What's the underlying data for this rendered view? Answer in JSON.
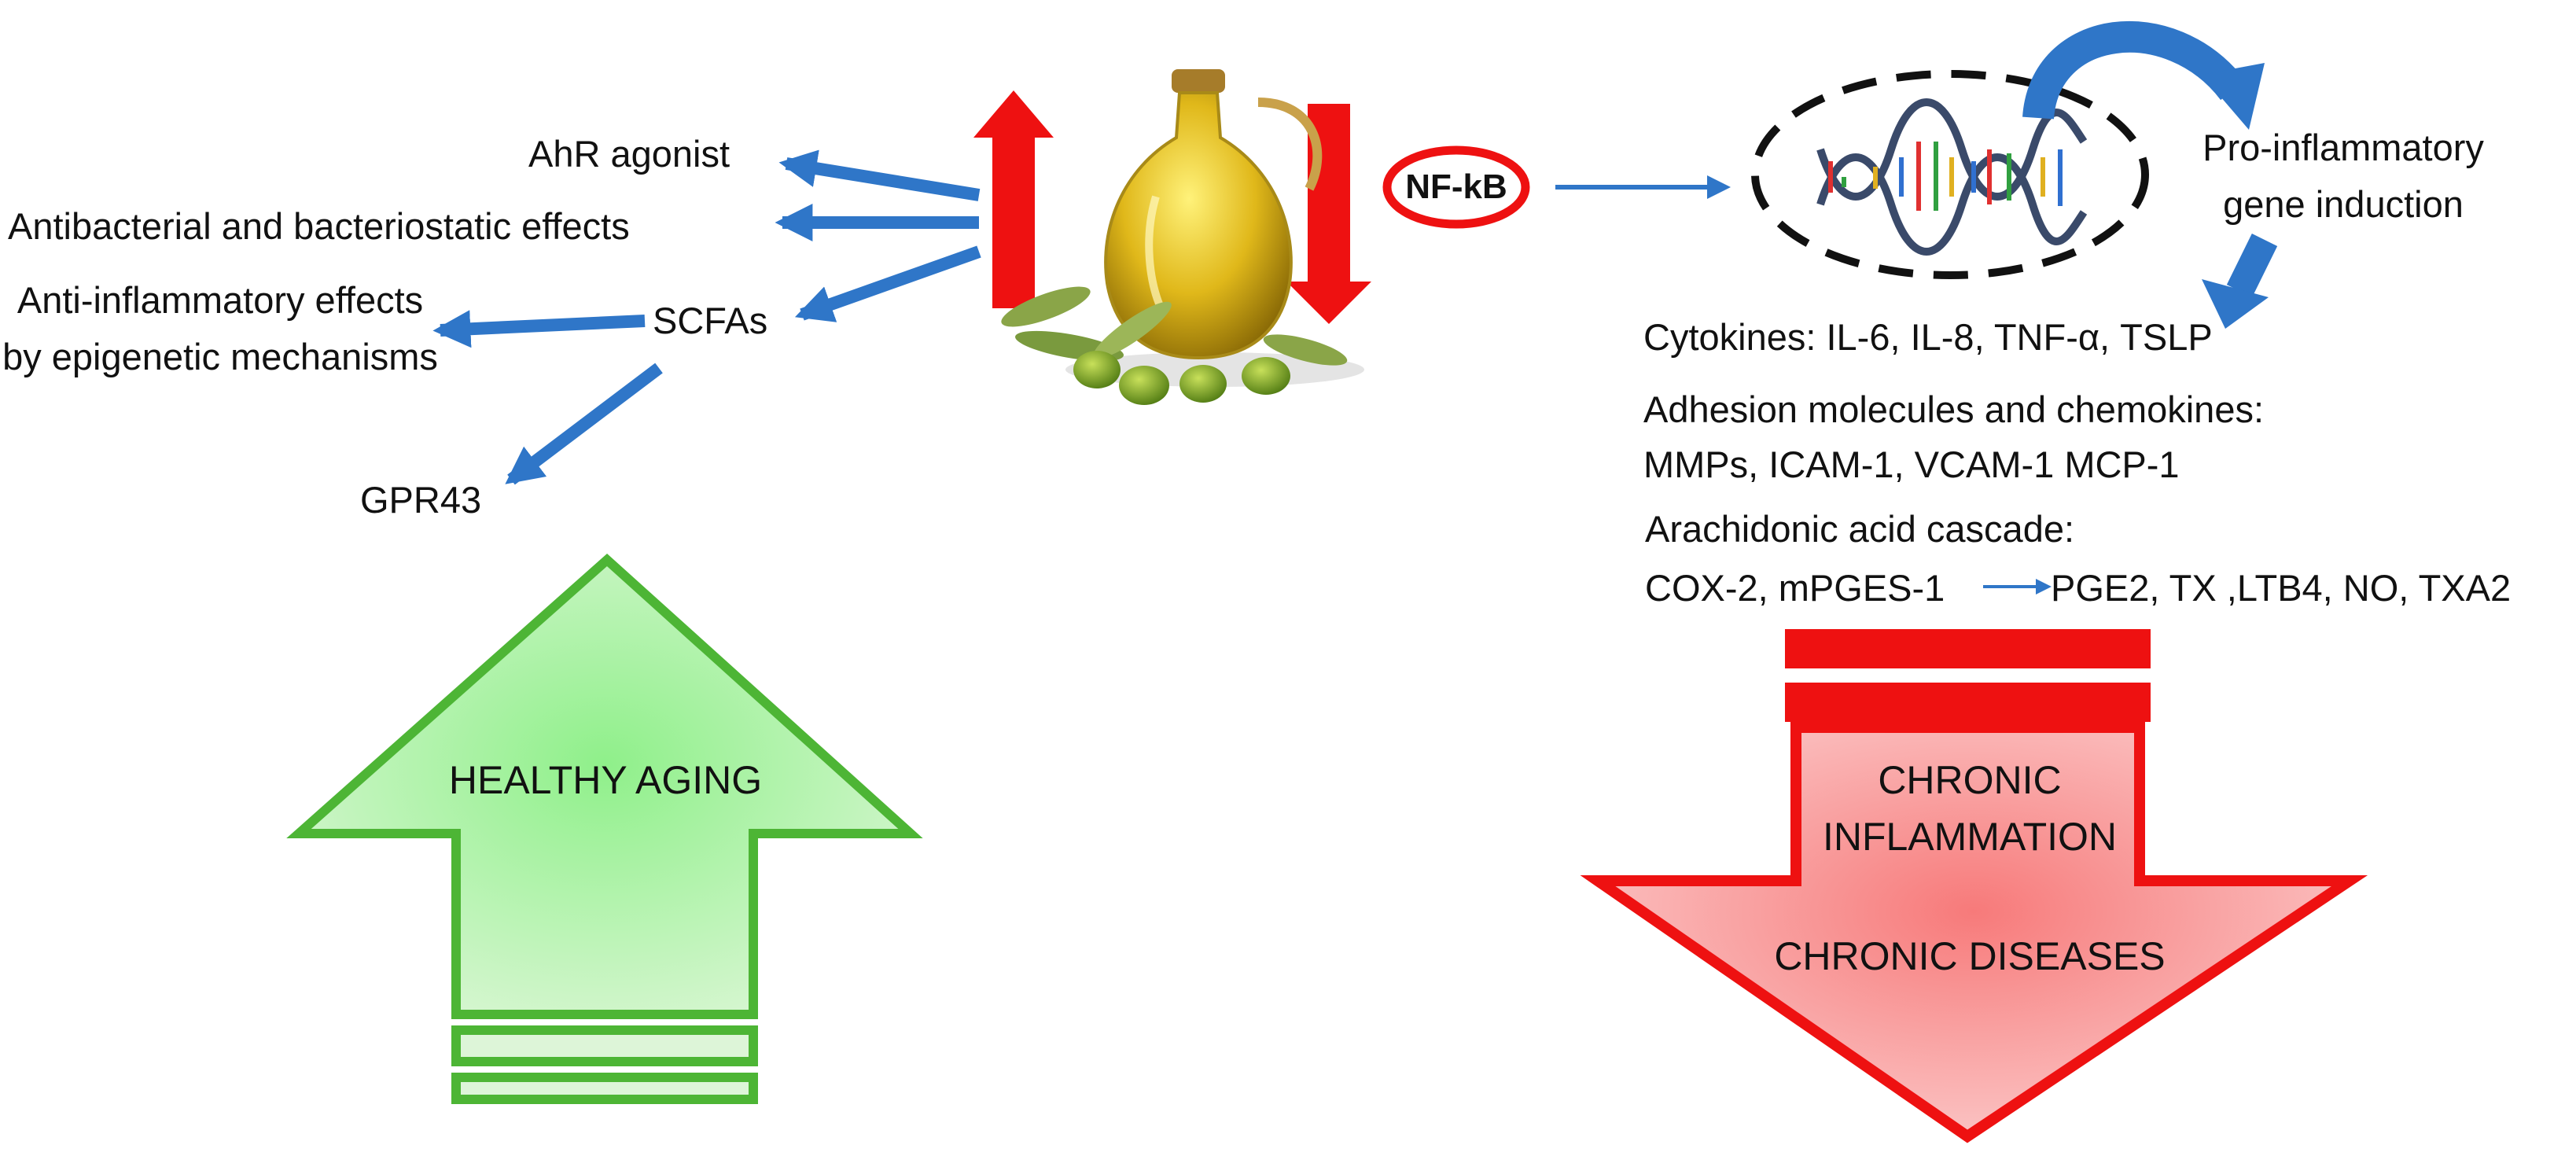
{
  "diagram": {
    "left_effects": {
      "ahr": "AhR agonist",
      "antibacterial": "Antibacterial and bacteriostatic effects",
      "scfas": "SCFAs",
      "anti_inflammatory": "Anti-inflammatory effects by epigenetic mechanisms",
      "gpr43": "GPR43"
    },
    "nfkb": "NF-kB",
    "gene_induction": "Pro-inflammatory gene induction",
    "mediators": {
      "cytokines": "Cytokines: IL-6, IL-8, TNF-α, TSLP",
      "adhesion_title": "Adhesion molecules and chemokines:",
      "adhesion_list": "MMPs, ICAM-1, VCAM-1 MCP-1",
      "arachidonic_title": "Arachidonic acid cascade:",
      "cascade_left": "COX-2, mPGES-1",
      "cascade_right": "PGE2, TX ,LTB4, NO, TXA2"
    },
    "healthy_aging": "HEALTHY AGING",
    "chronic_inflammation": "CHRONIC INFLAMMATION",
    "chronic_diseases": "CHRONIC DISEASES"
  },
  "colors": {
    "arrow_blue": "#2f76c8",
    "increase_red": "#ee1111",
    "green_border": "#4db535",
    "green_fill": "#b9f0b0",
    "red_fill": "#f88a8a"
  }
}
